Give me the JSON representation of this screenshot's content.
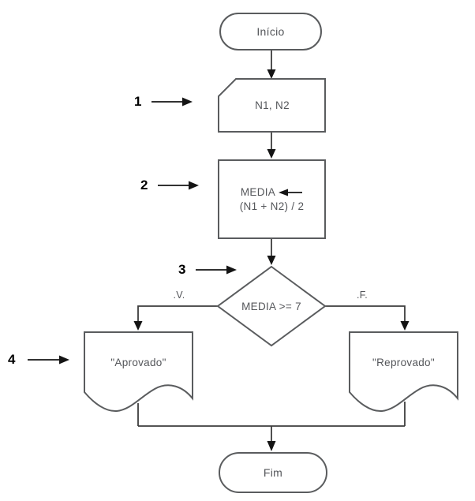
{
  "flowchart": {
    "nodes": {
      "start": {
        "label": "Início"
      },
      "input": {
        "label": "N1, N2"
      },
      "process": {
        "line1": "MEDIA",
        "line2": "(N1 + N2) / 2"
      },
      "decision": {
        "label": "MEDIA >= 7"
      },
      "doc_true": {
        "label": "\"Aprovado\""
      },
      "doc_false": {
        "label": "\"Reprovado\""
      },
      "end": {
        "label": "Fim"
      }
    },
    "branch_labels": {
      "true": ".V.",
      "false": ".F."
    },
    "steps": [
      {
        "label": "1"
      },
      {
        "label": "2"
      },
      {
        "label": "3"
      },
      {
        "label": "4"
      }
    ],
    "colors": {
      "background": "#ffffff",
      "shape_stroke": "#5a5c5e",
      "connector": "#3c3c3c",
      "arrowhead": "#141414",
      "node_text": "#54565a",
      "step_text": "#000000"
    }
  }
}
